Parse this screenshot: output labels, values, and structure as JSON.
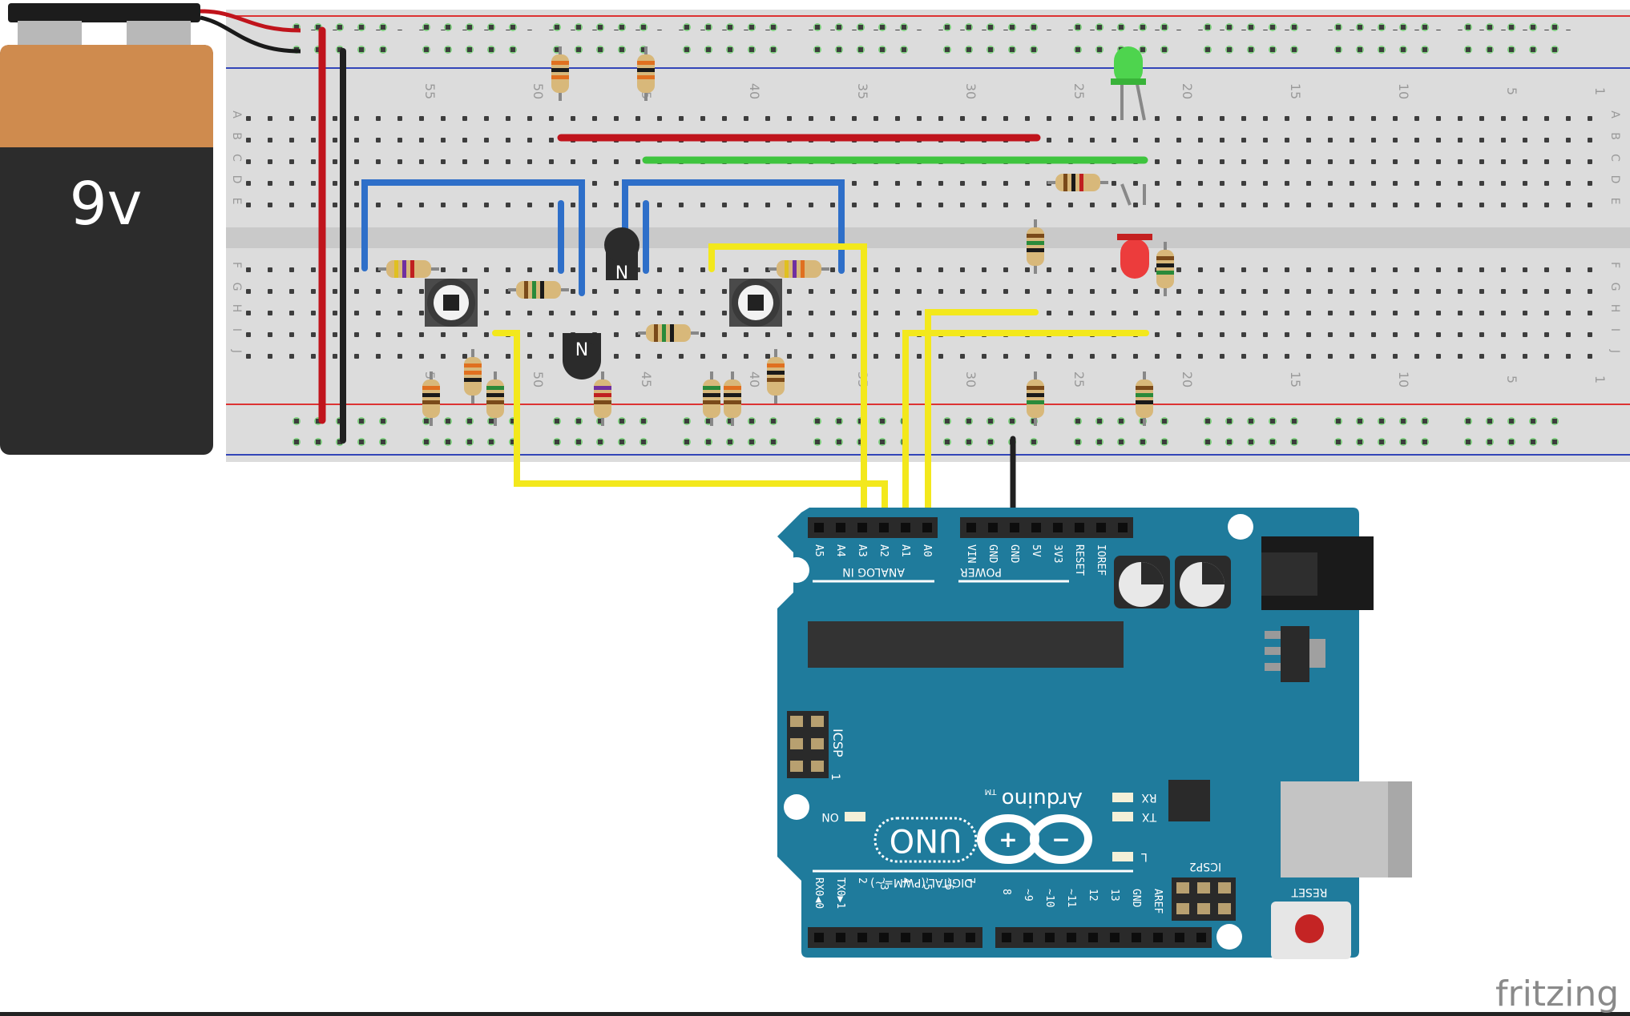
{
  "battery": {
    "label": "9v"
  },
  "breadboard": {
    "row_letters": [
      "A",
      "B",
      "C",
      "D",
      "E",
      "F",
      "G",
      "H",
      "I",
      "J"
    ],
    "column_numbers": [
      "55",
      "50",
      "45",
      "40",
      "35",
      "30",
      "25",
      "20",
      "15",
      "10",
      "5",
      "1"
    ]
  },
  "arduino": {
    "brand": "Arduino",
    "trademark": "TM",
    "model": "UNO",
    "analog_header_label": "ANALOG IN",
    "analog_pins": [
      "A5",
      "A4",
      "A3",
      "A2",
      "A1",
      "A0"
    ],
    "power_header_label": "POWER",
    "power_pins": [
      "VIN",
      "GND",
      "GND",
      "5V",
      "3V3",
      "RESET",
      "IOREF"
    ],
    "digital_header_label": "DIGITAL (PWM=~)",
    "digital_pins_low": [
      "RX0◀0",
      "TX0▶1",
      "2",
      "~3",
      "4",
      "~5",
      "~6",
      "7"
    ],
    "digital_pins_high": [
      "8",
      "~9",
      "~10",
      "~11",
      "12",
      "13",
      "GND",
      "AREF"
    ],
    "icsp_label": "ICSP",
    "icsp_pin1": "1",
    "icsp2_label": "ICSP2",
    "reset_label": "RESET",
    "on_label": "ON",
    "rx_label": "RX",
    "tx_label": "TX",
    "l_label": "L"
  },
  "watermark": "fritzing",
  "colors": {
    "wire_red": "#c0141c",
    "wire_black": "#202020",
    "wire_blue": "#2e6fc9",
    "wire_green": "#3ec43e",
    "wire_yellow": "#f3e81c",
    "board_teal": "#1f7b9c",
    "breadboard": "#dcdcdc"
  }
}
